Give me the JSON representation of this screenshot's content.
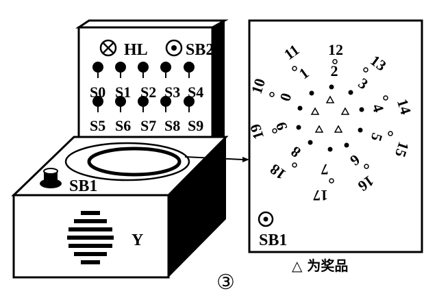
{
  "panel": {
    "hl": "HL",
    "sb2": "SB2",
    "sb1": "SB1",
    "buttons_row1": [
      "S0",
      "S1",
      "S2",
      "S3",
      "S4"
    ],
    "buttons_row2": [
      "S5",
      "S6",
      "S7",
      "S8",
      "S9"
    ]
  },
  "box": {
    "speaker": "Y"
  },
  "figure_number": "③",
  "dial": {
    "outer_numbers": [
      "12",
      "13",
      "14",
      "15",
      "16",
      "17",
      "18",
      "19",
      "10",
      "11"
    ],
    "inner_numbers": [
      "2",
      "3",
      "4",
      "5",
      "6",
      "7",
      "8",
      "9",
      "0",
      "1"
    ],
    "sb1": "SB1",
    "legend": "△ 为奖品"
  }
}
